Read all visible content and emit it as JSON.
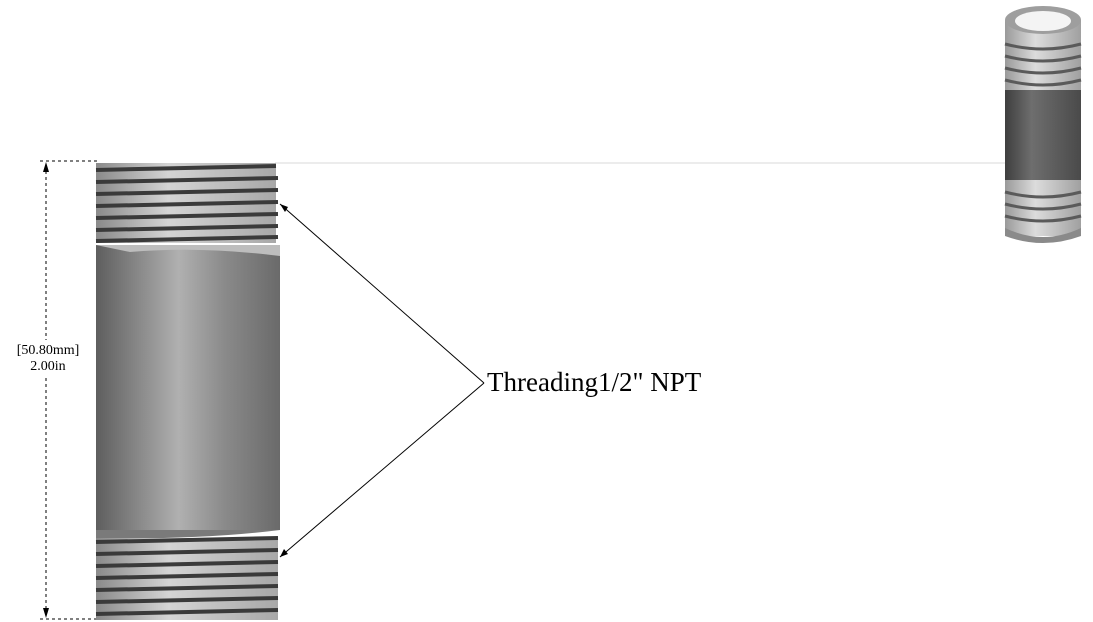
{
  "dimension": {
    "metric_label": "[50.80mm]",
    "imperial_label": "2.00in"
  },
  "callout": {
    "label": "Threading1/2\" NPT"
  },
  "colors": {
    "pipe_body": "#8f8f8f",
    "thread_light": "#c9c9c9",
    "thread_dark": "#3a3a3a",
    "line": "#000000"
  }
}
